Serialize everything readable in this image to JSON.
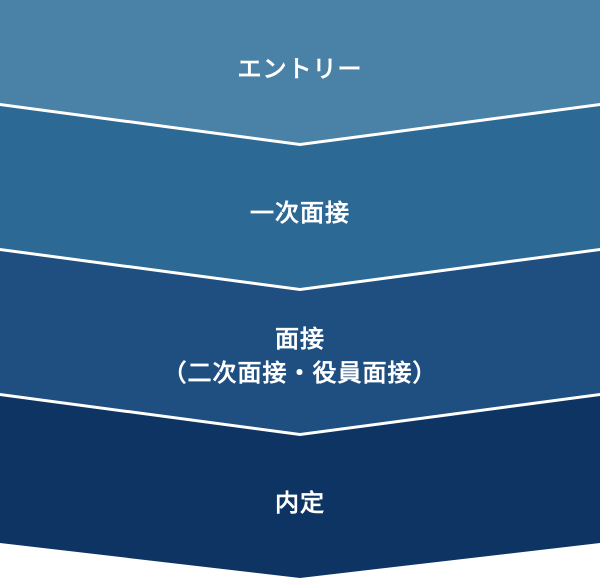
{
  "flow": {
    "steps": [
      {
        "label": "エントリー",
        "color": "#4a81a6"
      },
      {
        "label": "一次面接",
        "color": "#2d6995"
      },
      {
        "label_lines": [
          "面接",
          "（二次面接・役員面接）"
        ],
        "color": "#1f4e80"
      },
      {
        "label": "内定",
        "color": "#0d3462"
      }
    ]
  }
}
